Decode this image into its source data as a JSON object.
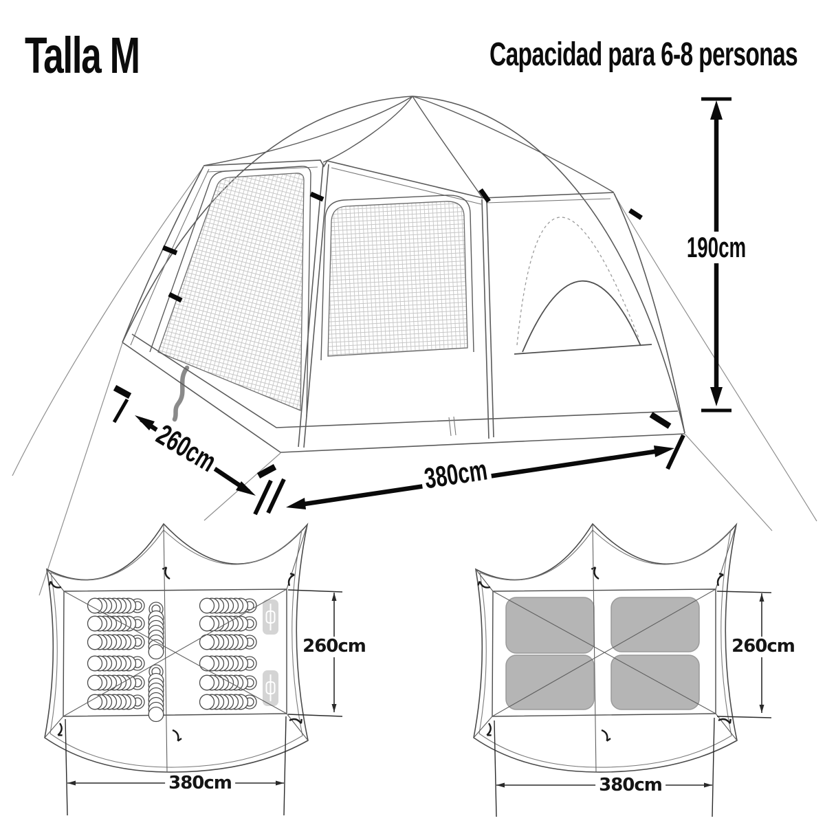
{
  "title": {
    "text": "Talla M"
  },
  "subtitle": {
    "text": "Capacidad para 6-8 personas"
  },
  "tent_3d": {
    "height": "190cm",
    "width": "380cm",
    "depth": "260cm"
  },
  "plan_sleeping": {
    "depth": "260cm",
    "width": "380cm",
    "horizontal_sleeping_bags": 12,
    "vertical_sleeping_bags": 2,
    "gear_pads": 2
  },
  "plan_mattress": {
    "depth": "260cm",
    "width": "380cm",
    "mattresses": 4
  },
  "colors": {
    "background": "#ffffff",
    "line_art": "#5a5a5a",
    "dimension_ink": "#0a0a0a",
    "mattress_fill": "#b5b5b5",
    "pad_fill": "#d4d4d4"
  }
}
